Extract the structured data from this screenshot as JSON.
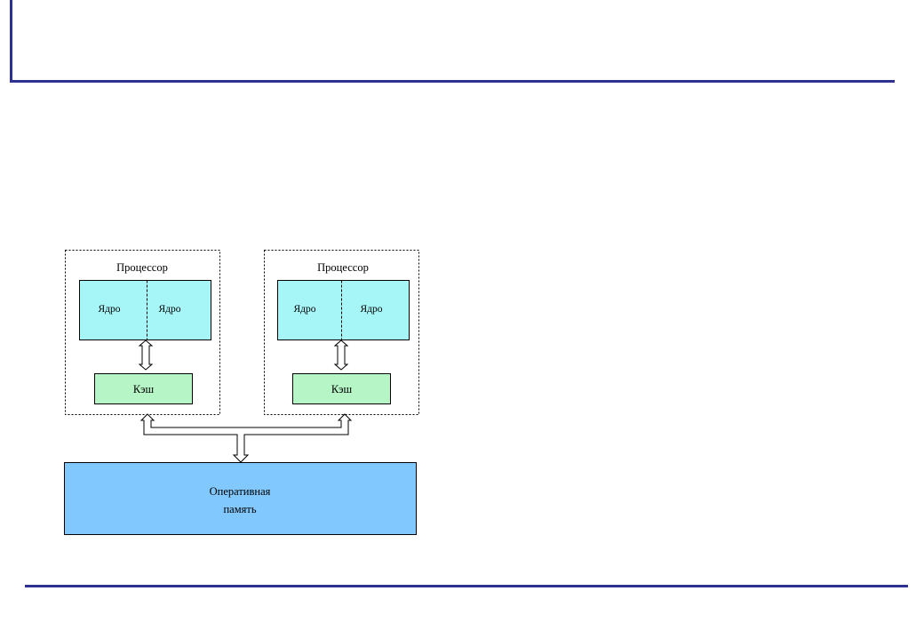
{
  "diagram": {
    "processors": [
      {
        "title": "Процессор",
        "cores": [
          "Ядро",
          "Ядро"
        ],
        "cache": "Кэш"
      },
      {
        "title": "Процессор",
        "cores": [
          "Ядро",
          "Ядро"
        ],
        "cache": "Кэш"
      }
    ],
    "memory": {
      "line1": "Оперативная",
      "line2": "память"
    },
    "colors": {
      "frame_accent": "#2e3192",
      "core_fill": "#a6f5f7",
      "cache_fill": "#b5f5c6",
      "memory_fill": "#80c8fd",
      "outline": "#000000"
    }
  }
}
